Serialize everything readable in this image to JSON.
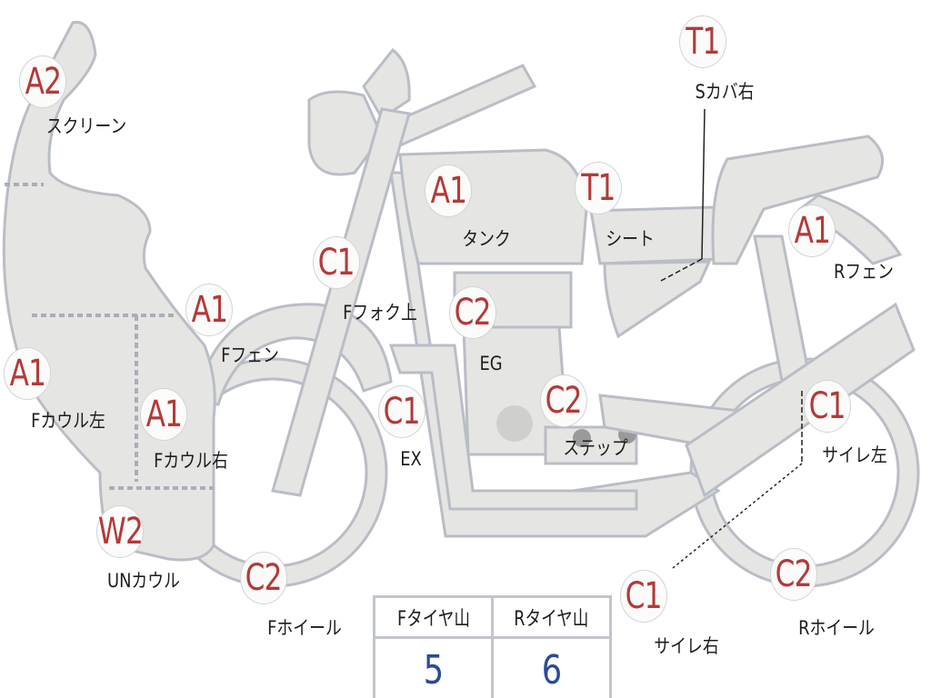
{
  "parts": [
    {
      "code": "A2",
      "name": "スクリーン"
    },
    {
      "code": "A1",
      "name": "タンク"
    },
    {
      "code": "T1",
      "name": "シート"
    },
    {
      "code": "T1",
      "name": "Sカバ右"
    },
    {
      "code": "A1",
      "name": "Rフェン"
    },
    {
      "code": "C1",
      "name": "Fフォク上"
    },
    {
      "code": "C2",
      "name": "EG"
    },
    {
      "code": "A1",
      "name": "Fフェン"
    },
    {
      "code": "A1",
      "name": "Fカウル左"
    },
    {
      "code": "A1",
      "name": "Fカウル右"
    },
    {
      "code": "C1",
      "name": "EX"
    },
    {
      "code": "C2",
      "name": "ステップ"
    },
    {
      "code": "C1",
      "name": "サイレ左"
    },
    {
      "code": "W2",
      "name": "UNカウル"
    },
    {
      "code": "C2",
      "name": "Fホイール"
    },
    {
      "code": "C1",
      "name": "サイレ右"
    },
    {
      "code": "C2",
      "name": "Rホイール"
    }
  ],
  "tires": {
    "front_label": "Fタイヤ山",
    "front_value": "5",
    "rear_label": "Rタイヤ山",
    "rear_value": "6"
  },
  "colors": {
    "code": "#b23a3a",
    "value": "#2a4a9a",
    "part_fill": "#e5e5e3",
    "part_stroke": "#b9bdc5"
  }
}
